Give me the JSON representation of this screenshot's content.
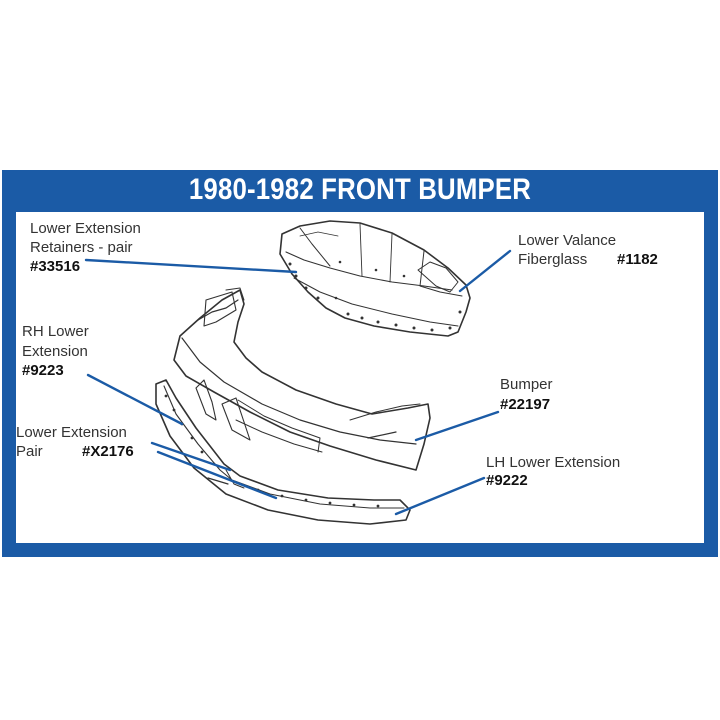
{
  "title": "1980-1982 FRONT BUMPER",
  "colors": {
    "frame": "#1b5ba6",
    "leader": "#1b5ba6",
    "outline": "#333333"
  },
  "callouts": {
    "retainers": {
      "line1": "Lower Extension",
      "line2": "Retainers - pair",
      "part": "#33516"
    },
    "valance": {
      "line1": "Lower Valance",
      "line2": "Fiberglass",
      "part": "#1182"
    },
    "rh": {
      "line1": "RH Lower",
      "line2": "Extension",
      "part": "#9223"
    },
    "bumper": {
      "line1": "Bumper",
      "part": "#22197"
    },
    "pair": {
      "line1": "Lower Extension",
      "line2": "Pair",
      "part": "#X2176"
    },
    "lh": {
      "line1": "LH Lower Extension",
      "part": "#9222"
    }
  }
}
